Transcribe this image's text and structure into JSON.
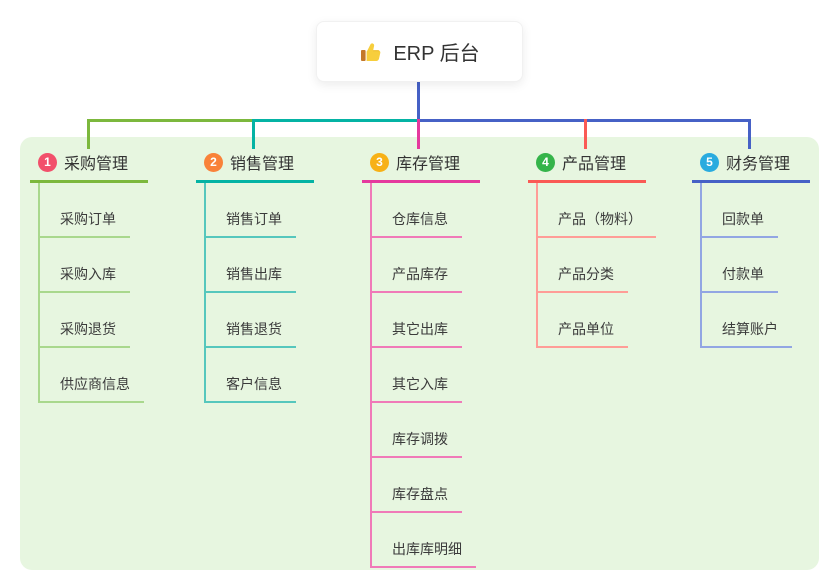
{
  "root": {
    "title": "ERP 后台",
    "icon": "thumbs-up-icon"
  },
  "branches": [
    {
      "index": "1",
      "title": "采购管理",
      "badge_color": "#f2506b",
      "strong_color": "#7cb83d",
      "light_color": "#a9d88d",
      "items": [
        "采购订单",
        "采购入库",
        "采购退货",
        "供应商信息"
      ]
    },
    {
      "index": "2",
      "title": "销售管理",
      "badge_color": "#f98239",
      "strong_color": "#04b3a4",
      "light_color": "#56c7bd",
      "items": [
        "销售订单",
        "销售出库",
        "销售退货",
        "客户信息"
      ]
    },
    {
      "index": "3",
      "title": "库存管理",
      "badge_color": "#f7b116",
      "strong_color": "#e5399e",
      "light_color": "#f07ab8",
      "items": [
        "仓库信息",
        "产品库存",
        "其它出库",
        "其它入库",
        "库存调拨",
        "库存盘点",
        "出库库明细"
      ]
    },
    {
      "index": "4",
      "title": "产品管理",
      "badge_color": "#35b44a",
      "strong_color": "#fa5a55",
      "light_color": "#ff9d97",
      "items": [
        "产品（物料）",
        "产品分类",
        "产品单位"
      ]
    },
    {
      "index": "5",
      "title": "财务管理",
      "badge_color": "#29abdf",
      "strong_color": "#4661c6",
      "light_color": "#92a6e3",
      "items": [
        "回款单",
        "付款单",
        "结算账户"
      ]
    }
  ],
  "panel_color": "#e7f6e0"
}
